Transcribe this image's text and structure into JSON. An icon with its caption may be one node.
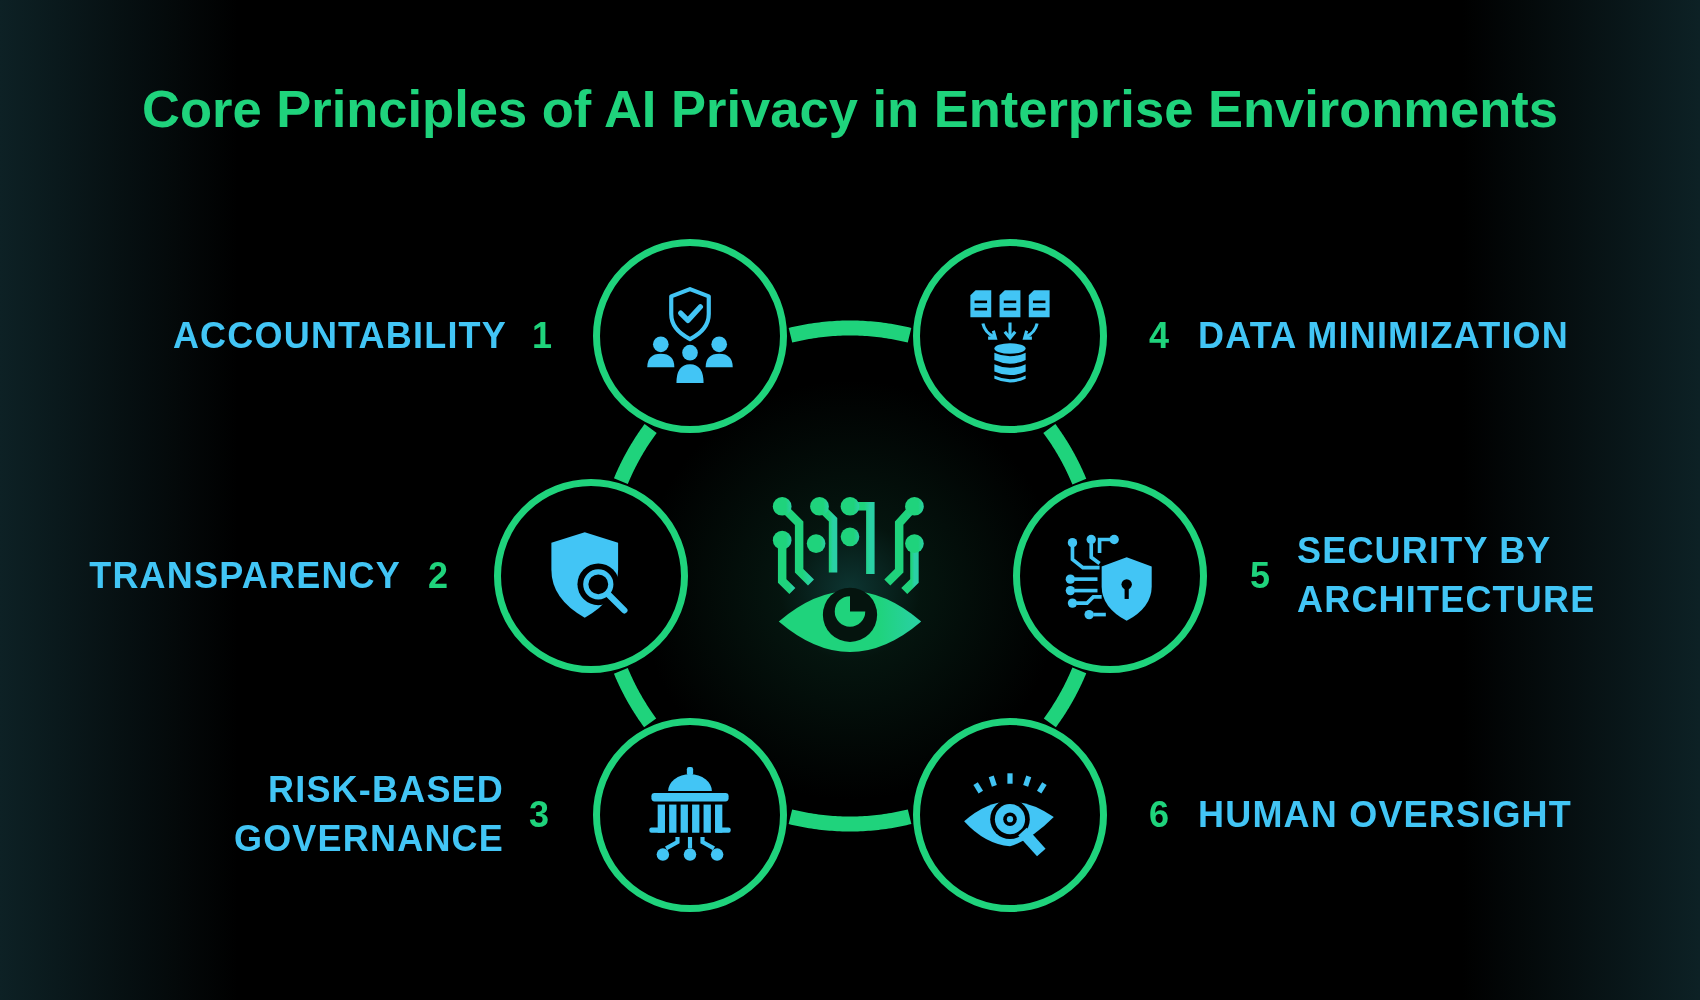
{
  "diagram": {
    "title": "Core Principles of AI Privacy in Enterprise Environments",
    "nodes": [
      {
        "text": [],
        "shape": "circle",
        "beside": [
          "ACCOUNTABILITY",
          "1"
        ]
      },
      {
        "text": [],
        "shape": "circle",
        "beside": [
          "TRANSPARENCY",
          "2"
        ]
      },
      {
        "text": [],
        "shape": "circle",
        "beside": [
          "RISK-BASED GOVERNANCE",
          "3"
        ]
      },
      {
        "text": [],
        "shape": "circle",
        "beside": [
          "4",
          "DATA MINIMIZATION"
        ]
      },
      {
        "text": [],
        "shape": "circle",
        "beside": [
          "5",
          "SECURITY BY ARCHITECTURE"
        ]
      },
      {
        "text": [],
        "shape": "circle",
        "beside": [
          "6",
          "HUMAN OVERSIGHT"
        ]
      }
    ],
    "edges": [
      {
        "from": 0,
        "to": 3,
        "arrow": "none"
      },
      {
        "from": 3,
        "to": 4,
        "arrow": "none"
      },
      {
        "from": 4,
        "to": 5,
        "arrow": "none"
      },
      {
        "from": 5,
        "to": 2,
        "arrow": "none"
      },
      {
        "from": 2,
        "to": 1,
        "arrow": "none"
      },
      {
        "from": 1,
        "to": 0,
        "arrow": "none"
      }
    ]
  }
}
